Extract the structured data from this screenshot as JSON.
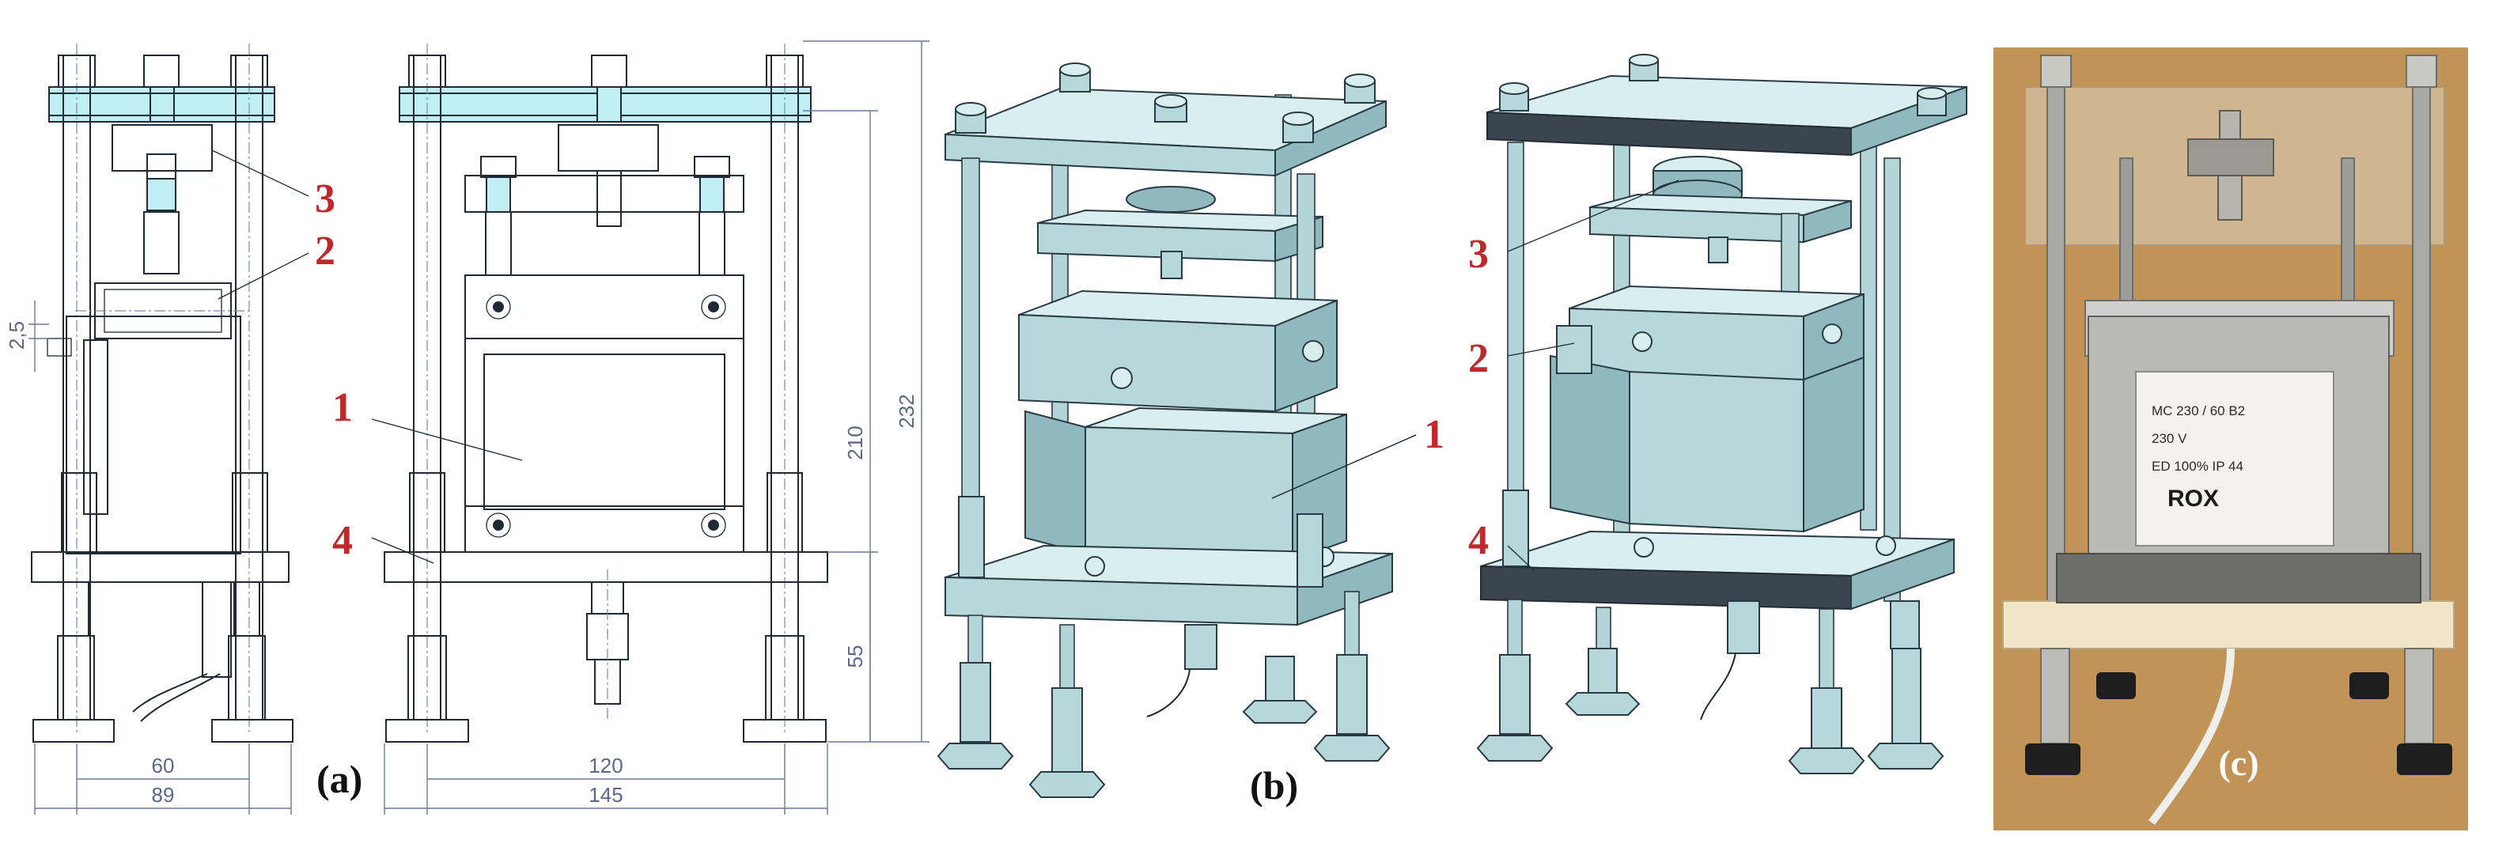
{
  "figure": {
    "panels": [
      {
        "id": "a",
        "label": "(a)"
      },
      {
        "id": "b",
        "label": "(b)"
      },
      {
        "id": "c",
        "label": "(c)"
      }
    ],
    "callouts": [
      "1",
      "2",
      "3",
      "4"
    ],
    "dimensions": {
      "d_60": "60",
      "d_89": "89",
      "d_120": "120",
      "d_145": "145",
      "d_2_5": "2,5",
      "d_210": "210",
      "d_232": "232",
      "d_55": "55"
    },
    "transformer_label": {
      "line1": "MC 230 / 60 B2",
      "line2": "230 V",
      "line3": "ED 100%   IP 44",
      "line4": "ROX"
    }
  },
  "colors": {
    "callout": "#c0292b",
    "cad_body": "#b6d8da",
    "drawing_cyan": "#bfeef5",
    "photo_wood": "#c79a5c",
    "photo_board": "#f1e5c8"
  }
}
